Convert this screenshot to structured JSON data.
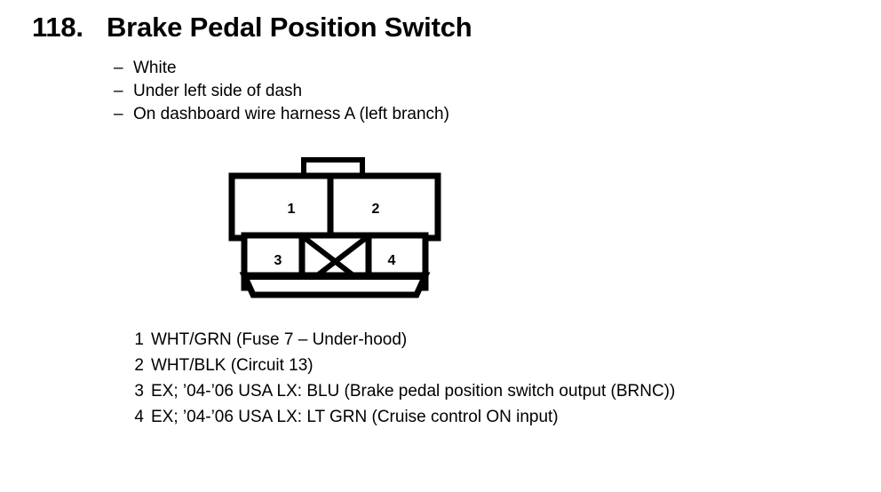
{
  "heading": {
    "number": "118.",
    "title": "Brake Pedal Position Switch"
  },
  "description": {
    "dash": "–",
    "lines": [
      "White",
      "Under left side of dash",
      "On dashboard wire harness A (left branch)"
    ]
  },
  "connector": {
    "name": "4-pin connector pinout diagram",
    "cavities": [
      {
        "label": "1",
        "row": "top",
        "position": "left"
      },
      {
        "label": "2",
        "row": "top",
        "position": "right"
      },
      {
        "label": "3",
        "row": "bottom",
        "position": "left"
      },
      {
        "label": "4",
        "row": "bottom",
        "position": "right"
      }
    ],
    "blank_cavity": "X (unused center cavity)",
    "line_color": "#000000",
    "fill_color": "#ffffff"
  },
  "pin_list": [
    {
      "number": "1",
      "description": "WHT/GRN (Fuse 7 – Under-hood)"
    },
    {
      "number": "2",
      "description": "WHT/BLK (Circuit 13)"
    },
    {
      "number": "3",
      "description": "EX; ’04-’06 USA LX: BLU (Brake pedal position switch output (BRNC))"
    },
    {
      "number": "4",
      "description": "EX; ’04-’06 USA LX: LT GRN (Cruise control ON input)"
    }
  ]
}
